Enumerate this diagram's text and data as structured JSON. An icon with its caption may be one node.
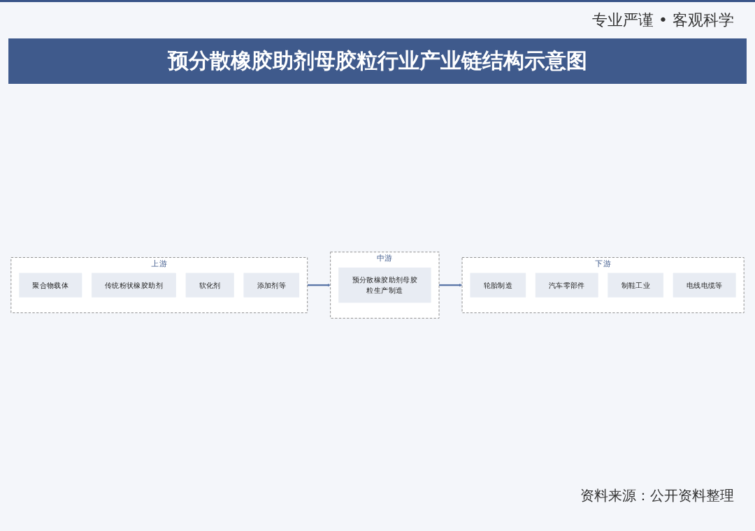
{
  "diagram": {
    "title": "预分散橡胶助剂母胶粒行业产业链结构示意图",
    "nodes": [
      {
        "text": [
          "上游"
        ]
      },
      {
        "text": [
          "聚合物载体"
        ],
        "in": 0
      },
      {
        "text": [
          "传统粉状橡胶助剂"
        ],
        "in": 0
      },
      {
        "text": [
          "软化剂"
        ],
        "in": 0
      },
      {
        "text": [
          "添加剂等"
        ],
        "in": 0
      },
      {
        "text": [
          "中游"
        ]
      },
      {
        "text": [
          "预分散橡胶助剂母胶粒生产制造"
        ],
        "in": 5
      },
      {
        "text": [
          "下游"
        ]
      },
      {
        "text": [
          "轮胎制造"
        ],
        "in": 7
      },
      {
        "text": [
          "汽车零部件"
        ],
        "in": 7
      },
      {
        "text": [
          "制鞋工业"
        ],
        "in": 7
      },
      {
        "text": [
          "电线电缆等"
        ],
        "in": 7
      }
    ],
    "edges": [
      {
        "from": 0,
        "to": 5,
        "arrow": "to"
      },
      {
        "from": 5,
        "to": 7,
        "arrow": "to"
      }
    ],
    "labels": [
      "专业严谨 • 客观科学",
      "资料来源：公开资料整理"
    ]
  }
}
